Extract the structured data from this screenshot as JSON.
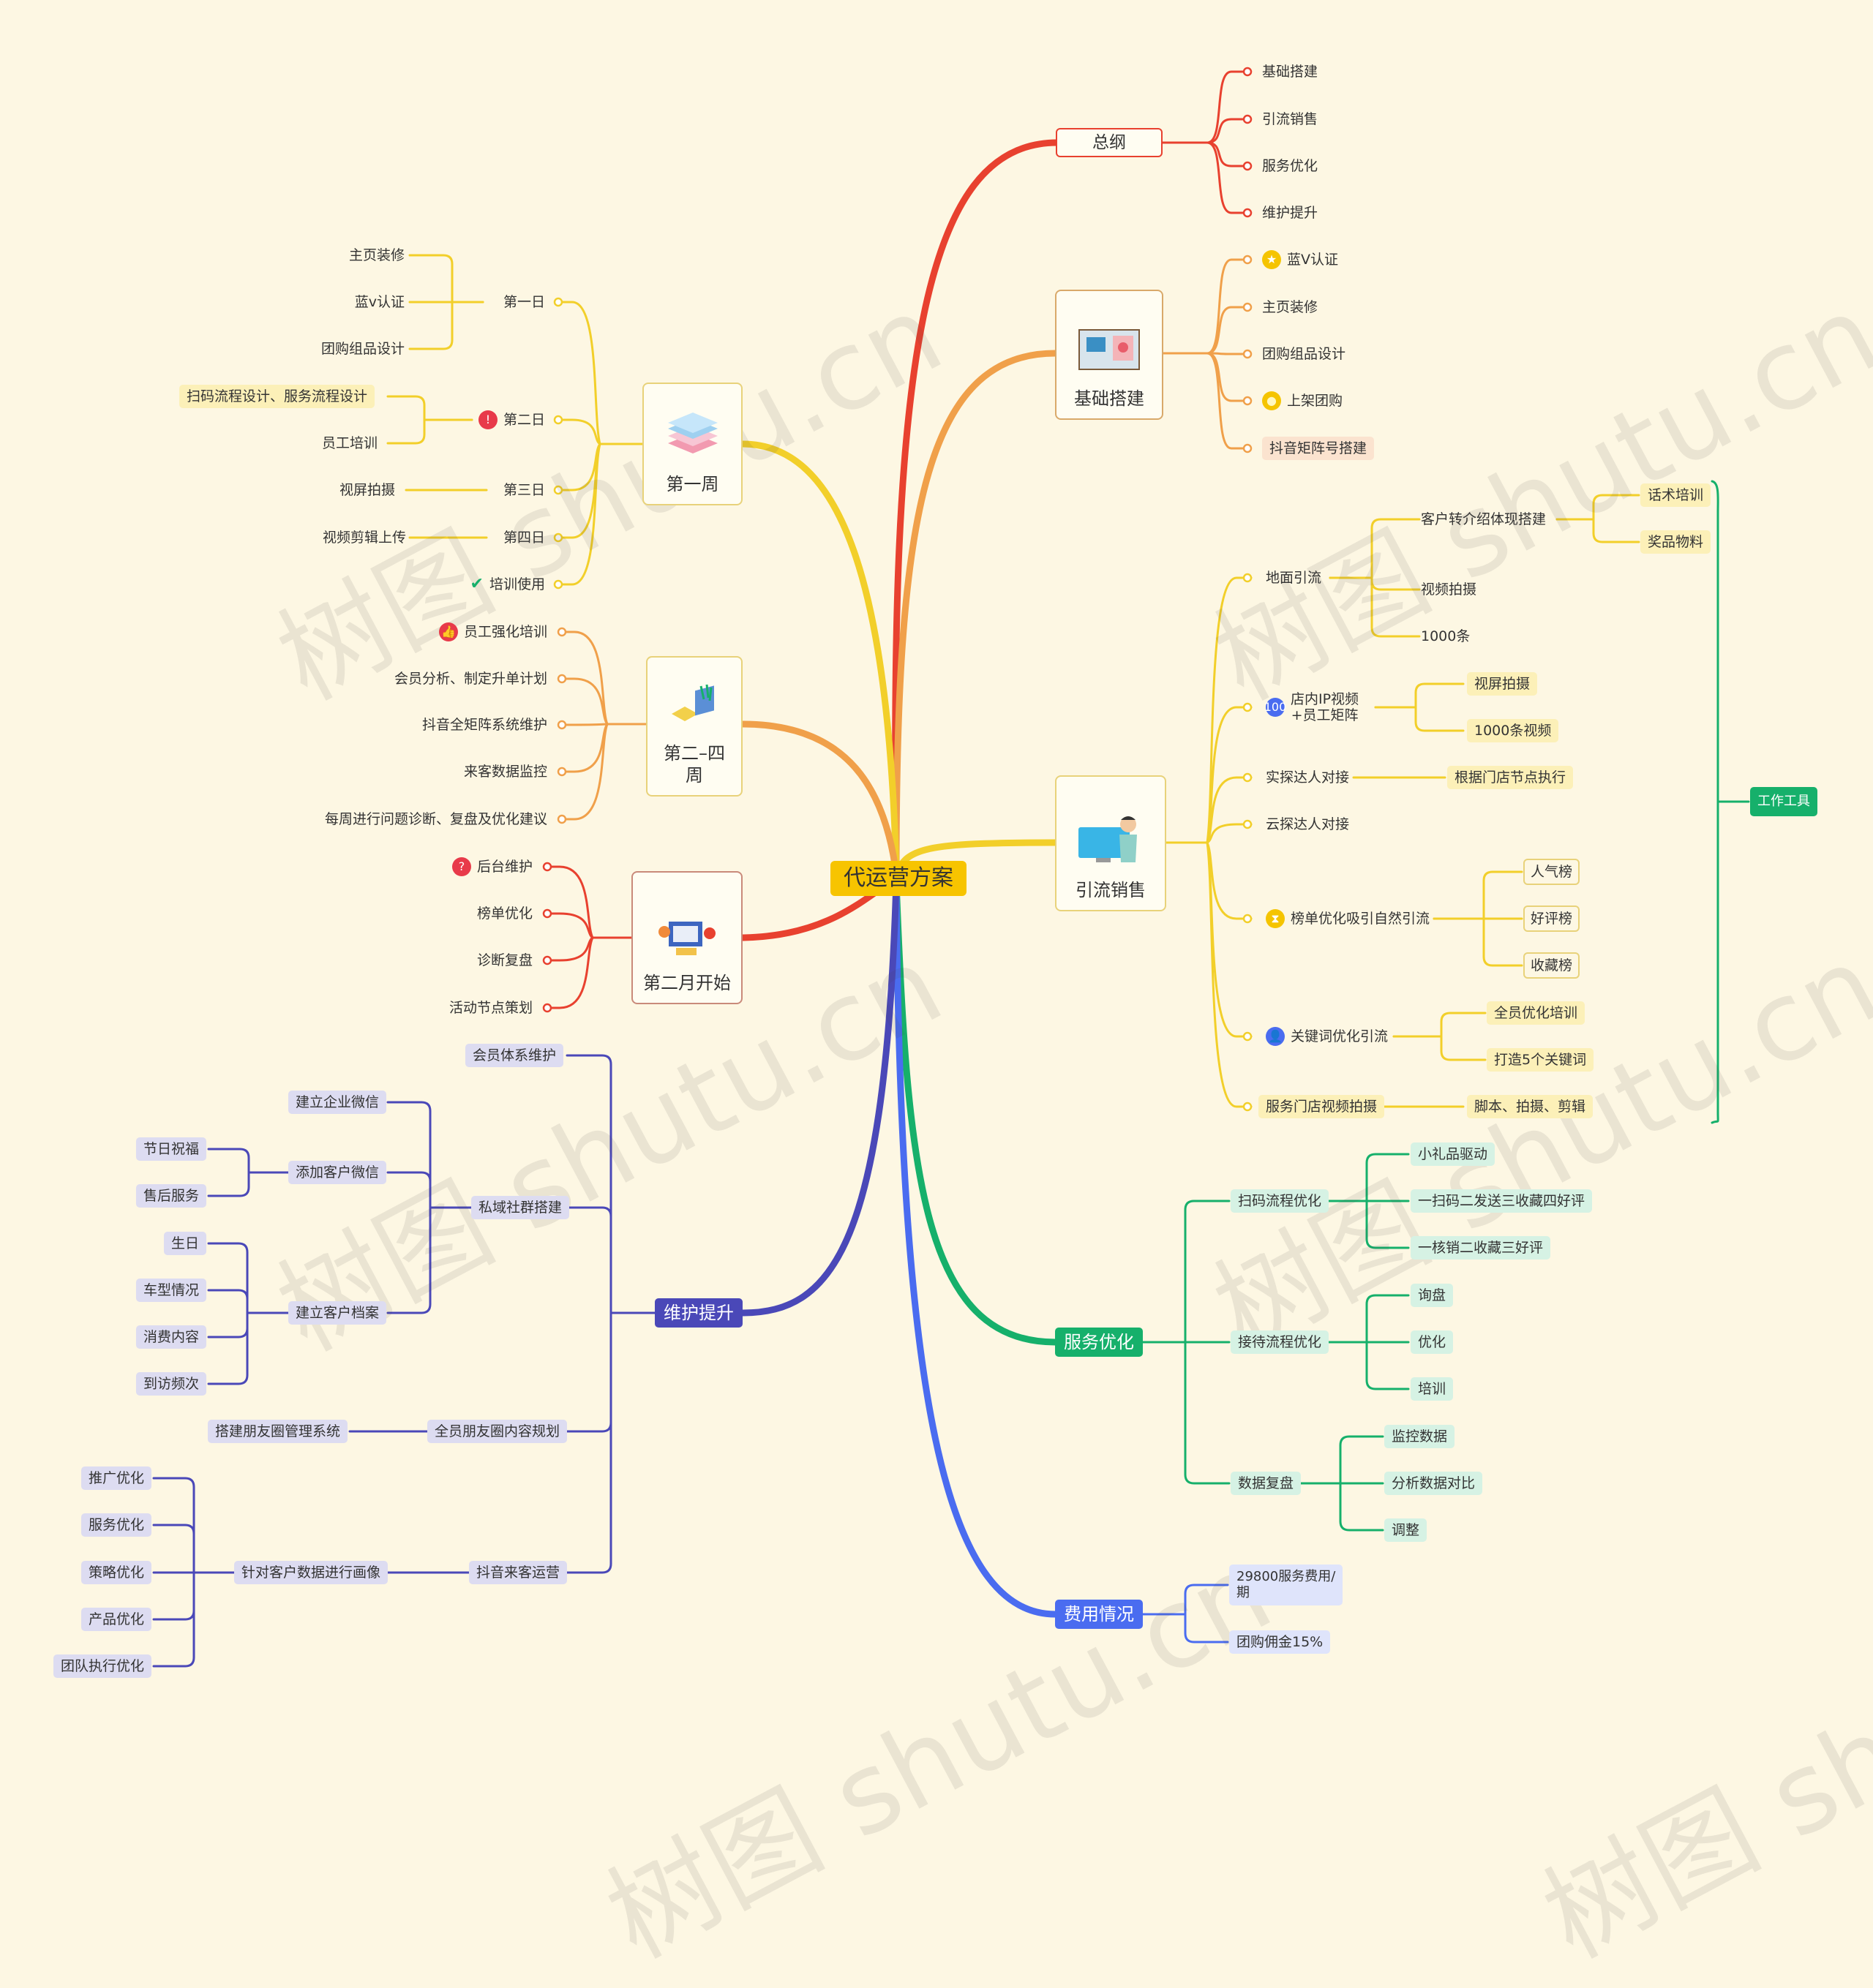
{
  "root": {
    "label": "代运营方案"
  },
  "watermark": {
    "text": "树图 shutu.cn"
  },
  "branches": {
    "zonggang": {
      "label": "总纲",
      "children": [
        "基础搭建",
        "引流销售",
        "服务优化",
        "维护提升"
      ]
    },
    "jichu": {
      "label": "基础搭建",
      "children": [
        "蓝V认证",
        "主页装修",
        "团购组品设计",
        "上架团购",
        "抖音矩阵号搭建"
      ]
    },
    "yinliu": {
      "label": "引流销售",
      "ground": {
        "label": "地面引流",
        "sub": {
          "label": "客户转介绍体现搭建",
          "items": [
            "话术培训",
            "奖品物料"
          ]
        },
        "items": [
          "视频拍摄",
          "1000条"
        ]
      },
      "ip": {
        "label": "店内IP视频\n+员工矩阵",
        "items": [
          "视屏拍摄",
          "1000条视频"
        ]
      },
      "shitan": {
        "label": "实探达人对接",
        "child": "根据门店节点执行"
      },
      "yuntan": {
        "label": "云探达人对接"
      },
      "bang": {
        "label": "榜单优化吸引自然引流",
        "items": [
          "人气榜",
          "好评榜",
          "收藏榜"
        ]
      },
      "keyword": {
        "label": "关键词优化引流",
        "items": [
          "全员优化培训",
          "打造5个关键词"
        ]
      },
      "store": {
        "label": "服务门店视频拍摄",
        "child": "脚本、拍摄、剪辑"
      },
      "tool": {
        "label": "工作工具"
      }
    },
    "fuwu": {
      "label": "服务优化",
      "scan": {
        "label": "扫码流程优化",
        "items": [
          "小礼品驱动",
          "一扫码二发送三收藏四好评",
          "一核销二收藏三好评"
        ]
      },
      "recv": {
        "label": "接待流程优化",
        "items": [
          "询盘",
          "优化",
          "培训"
        ]
      },
      "data": {
        "label": "数据复盘",
        "items": [
          "监控数据",
          "分析数据对比",
          "调整"
        ]
      }
    },
    "feiyong": {
      "label": "费用情况",
      "items": [
        "29800服务费用/\n期",
        "团购佣金15%"
      ]
    },
    "week1": {
      "label": "第一周",
      "days": [
        {
          "label": "第一日",
          "items": [
            "主页装修",
            "蓝v认证",
            "团购组品设计"
          ]
        },
        {
          "label": "第二日",
          "items": [
            "扫码流程设计、服务流程设计",
            "员工培训"
          ]
        },
        {
          "label": "第三日",
          "items": [
            "视屏拍摄"
          ]
        },
        {
          "label": "第四日",
          "items": [
            "视频剪辑上传"
          ]
        },
        {
          "label": "培训使用",
          "items": []
        }
      ]
    },
    "week24": {
      "label": "第二–四\n周",
      "items": [
        "员工强化培训",
        "会员分析、制定升单计划",
        "抖音全矩阵系统维护",
        "来客数据监控",
        "每周进行问题诊断、复盘及优化建议"
      ]
    },
    "month2": {
      "label": "第二月开始",
      "items": [
        "后台维护",
        "榜单优化",
        "诊断复盘",
        "活动节点策划"
      ]
    },
    "weihu": {
      "label": "维护提升",
      "member": {
        "label": "会员体系维护"
      },
      "private": {
        "label": "私域社群搭建",
        "wechat": {
          "label": "建立企业微信"
        },
        "add": {
          "label": "添加客户微信",
          "items": [
            "节日祝福",
            "售后服务"
          ]
        },
        "archive": {
          "label": "建立客户档案",
          "items": [
            "生日",
            "车型情况",
            "消费内容",
            "到访频次"
          ]
        }
      },
      "moments": {
        "label": "全员朋友圈内容规划",
        "child": "搭建朋友圈管理系统"
      },
      "douyin": {
        "label": "抖音来客运营",
        "portrait": {
          "label": "针对客户数据进行画像",
          "items": [
            "推广优化",
            "服务优化",
            "策略优化",
            "产品优化",
            "团队执行优化"
          ]
        }
      }
    }
  },
  "colors": {
    "red": "#e8412f",
    "orange": "#f0a04a",
    "yellow": "#f2cf2a",
    "green": "#16b06b",
    "blue": "#4a6cf0",
    "indigo": "#4a48b8",
    "bg": "#fdf7e3"
  }
}
